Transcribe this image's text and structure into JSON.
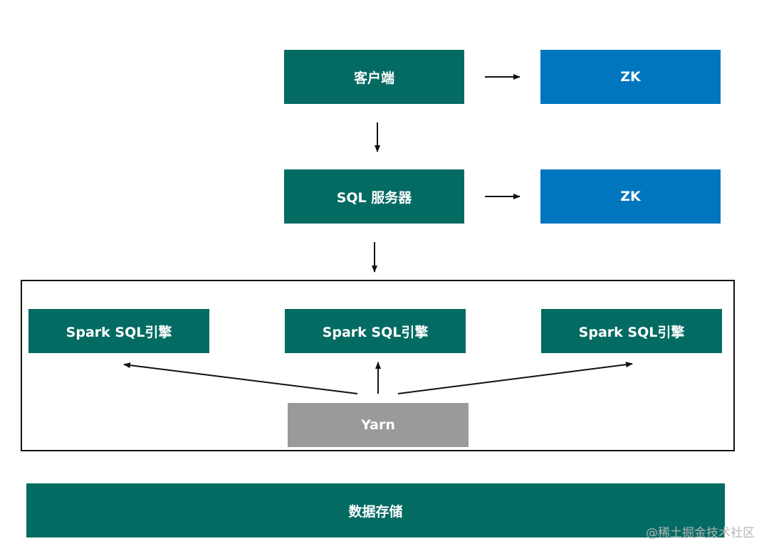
{
  "nodes": {
    "client": "客户端",
    "zk_top": "ZK",
    "sql_server": "SQL 服务器",
    "zk_middle": "ZK",
    "engine_left": "Spark SQL引擎",
    "engine_center": "Spark SQL引擎",
    "engine_right": "Spark SQL引擎",
    "yarn": "Yarn",
    "storage": "数据存储"
  },
  "watermark": "@稀土掘金技术社区",
  "colors": {
    "node_green": "#046b63",
    "node_blue": "#0076be",
    "node_gray": "#9a9a9a",
    "border": "#111111",
    "arrow": "#111111"
  }
}
